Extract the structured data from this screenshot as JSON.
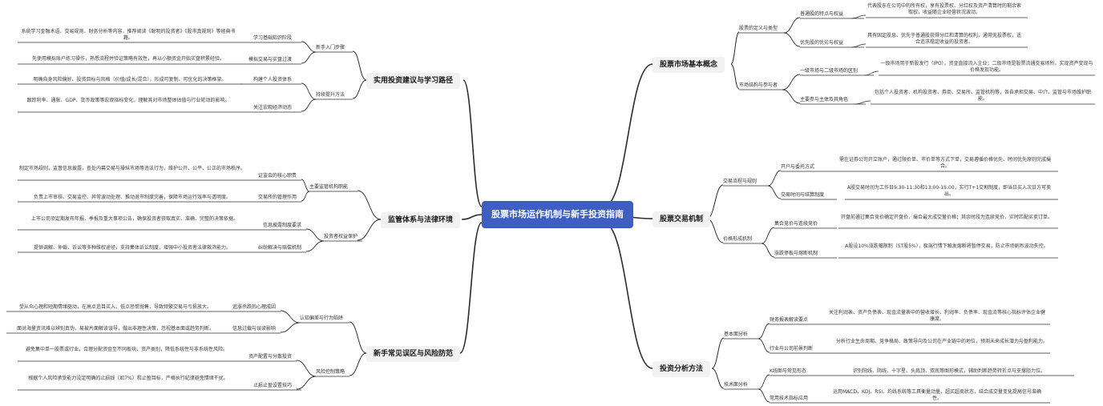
{
  "central": "股票市场运作机制与新手投资指南",
  "branches": {
    "basic": {
      "title": "股票市场基本概念",
      "def": {
        "title": "股票的定义与类型",
        "common": {
          "title": "普通股的特点与权益",
          "desc": "代表股东在公司中的所有权，享有投票权、分红权及资产清算时的剩余索取权，收益随企业经营状况波动。"
        },
        "preferred": {
          "title": "优先股的优劣与权益",
          "desc": "具有固定股息、优先于普通股获得分红和清算的权利，通常无投票权，适合追求稳定收益的投资者。"
        }
      },
      "structure": {
        "title": "市场结构与参与者",
        "market": {
          "title": "一级市场与二级市场的区别",
          "desc": "一级市场用于新股发行（IPO），资金直接流入企业；二级市场是股票流通交易场所，实现资产变现与价格发现功能。"
        },
        "participants": {
          "title": "主要参与主体及其角色",
          "desc": "包括个人投资者、机构投资者、券商、交易所、监管机构等，各自承担交易、中介、监管与市场维护职能。"
        }
      }
    },
    "trading": {
      "title": "股票交易机制",
      "flow": {
        "title": "交易流程与规则",
        "account": {
          "title": "开户与委托方式",
          "desc": "需在证券公司开立账户，通过限价单、市价单等方式下单，交易遵循价格优先、时间优先原则完成撮合。"
        },
        "time": {
          "title": "交易时间与结算制度",
          "desc": "A股交易时间为工作日9:30-11:30和13:00-15:00，实行T+1交割制度，即当日买入次日方可卖出。"
        }
      },
      "price": {
        "title": "价格形成机制",
        "auction": {
          "title": "集合竞价与连续竞价",
          "desc": "开盘前通过集合竞价确定开盘价，撮合最大成交量价格；其余时段为连续竞价，实时匹配买卖订单。"
        },
        "limit": {
          "title": "涨跌停板与熔断机制",
          "desc": "A股设10%涨跌幅限制（ST股5%），极端行情下触发熔断将暂停交易，防止市场剧烈波动失控。"
        }
      }
    },
    "analysis": {
      "title": "投资分析方法",
      "fund": {
        "title": "基本面分析",
        "fin": {
          "title": "财务报表解读要点",
          "desc": "关注利润表、资产负债表、现金流量表中的营收增长、利润率、负债率、现金流等核心指标评估企业健康度。"
        },
        "ind": {
          "title": "行业与公司前景判断",
          "desc": "分析行业生命周期、竞争格局、政策导向及公司在产业链中的地位，预测未来成长潜力与盈利能力。"
        }
      },
      "tech": {
        "title": "技术面分析",
        "kline": {
          "title": "K线图与常见形态",
          "desc": "识别阳线、阴线、十字星、头肩顶、双底等图形模式，辅助判断趋势转折点与支撑阻力位。"
        },
        "ind": {
          "title": "常用技术指标应用",
          "desc": "运用MACD、KDJ、RSI、均线系统等工具衡量动量、超买超卖状态，结合成交量变化提高信号准确性。"
        }
      }
    },
    "practical": {
      "title": "实用投资建议与学习路径",
      "start": {
        "title": "新手入门步骤",
        "learn": {
          "title": "学习基础知识阶段",
          "desc": "系统学习金融术语、交易规则、财务分析等内容，推荐阅读《聪明的投资者》《股市真规则》等经典书籍。"
        },
        "sim": {
          "title": "模拟交易与实盘过渡",
          "desc": "先使用模拟账户练习操作，熟悉流程并验证策略有效性，再以小额资金开始实盘积累经验。"
        }
      },
      "improve": {
        "title": "持续提升方法",
        "system": {
          "title": "构建个人投资体系",
          "desc": "明确自身风险偏好、投资目标与风格（价值/成长/混合），形成可复制、可优化的决策框架。"
        },
        "macro": {
          "title": "关注宏观经济动态",
          "desc": "跟踪利率、通胀、GDP、货币政策等宏观指标变化，理解其对市场整体估值与行业轮动的影响。"
        }
      }
    },
    "regulation": {
      "title": "监管体系与法律环境",
      "org": {
        "title": "主要监管机构职能",
        "csrc": {
          "title": "证监会的核心职责",
          "desc": "制定市场规则，监督信息披露，查处内幕交易与操纵市场等违法行为，维护公开、公平、公正的市场秩序。"
        },
        "exchange": {
          "title": "交易所的管理作用",
          "desc": "负责上市审核、交易监控、异常波动处理、推动退市制度完善，保障市场运行效率与透明度。"
        }
      },
      "protect": {
        "title": "投资者权益保护",
        "disclosure": {
          "title": "信息披露制度要求",
          "desc": "上市公司须定期发布年报、季报及重大事项公告，确保投资者获取真实、准确、完整的决策依据。"
        },
        "dispute": {
          "title": "纠纷解决与赔偿机制",
          "desc": "提供调解、仲裁、诉讼等多种维权途径，支持集体诉讼制度，增强中小投资者法律救济能力。"
        }
      }
    },
    "risk": {
      "title": "新手常见误区与风险防范",
      "cognition": {
        "title": "认知偏差与行为陷阱",
        "herd": {
          "title": "追涨杀跌的心理成因",
          "desc": "受从众心理和短期情绪驱动，在高点追目买入、低点恐慌抛售，导致频繁交易与亏损放大。"
        },
        "info": {
          "title": "信息过载与误读影响",
          "desc": "面对海量资讯难以辨别真伪，易被片面解读误导，做出非理性决策，忽视基本面或趋势判断。"
        }
      },
      "control": {
        "title": "风险控制策略",
        "asset": {
          "title": "资产配置与分散投资",
          "desc": "避免集中单一股票或行业，合理分配资金至不同板块、资产类别，降低系统性与非系统性风险。"
        },
        "stop": {
          "title": "止损止盈设置技巧",
          "desc": "根据个人风险承受能力设定明确的止损线（如7%）和止盈目标，严格执行纪律避免情绪干扰。"
        }
      }
    }
  }
}
